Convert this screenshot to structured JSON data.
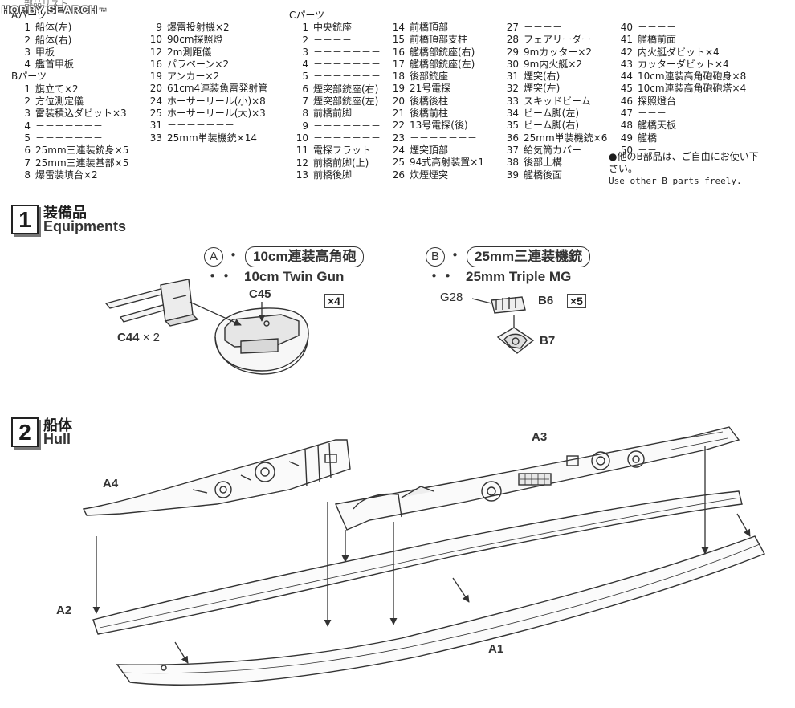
{
  "watermark": {
    "text": "HOBBY SEARCH",
    "mark": "™"
  },
  "parts_list": {
    "title": "部品リスト",
    "columns": [
      [
        {
          "type": "head",
          "text": "Aパーツ"
        },
        {
          "n": "1",
          "text": "船体(左)"
        },
        {
          "n": "2",
          "text": "船体(右)"
        },
        {
          "n": "3",
          "text": "甲板"
        },
        {
          "n": "4",
          "text": "艦首甲板"
        },
        {
          "type": "head",
          "text": "Bパーツ"
        },
        {
          "n": "1",
          "text": "旗立て×2"
        },
        {
          "n": "2",
          "text": "方位測定儀"
        },
        {
          "n": "3",
          "text": "雷装積込ダビット×3"
        },
        {
          "n": "4",
          "text": "－－－－－－－"
        },
        {
          "n": "5",
          "text": "－－－－－－－"
        },
        {
          "n": "6",
          "text": "25mm三連装銃身×5"
        },
        {
          "n": "7",
          "text": "25mm三連装基部×5"
        },
        {
          "n": "8",
          "text": "爆雷装填台×2"
        }
      ],
      [
        {
          "n": "9",
          "text": "爆雷投射機×2"
        },
        {
          "n": "10",
          "text": "90cm探照燈"
        },
        {
          "n": "12",
          "text": "2m測距儀"
        },
        {
          "n": "16",
          "text": "パラベーン×2"
        },
        {
          "n": "19",
          "text": "アンカー×2"
        },
        {
          "n": "20",
          "text": "61cm4連装魚雷発射管"
        },
        {
          "n": "24",
          "text": "ホーサーリール(小)×8"
        },
        {
          "n": "25",
          "text": "ホーサーリール(大)×3"
        },
        {
          "n": "31",
          "text": "－－－－－－－"
        },
        {
          "n": "33",
          "text": "25mm単装機銃×14"
        }
      ],
      [
        {
          "type": "head",
          "text": "Cパーツ"
        },
        {
          "n": "1",
          "text": "中央銃座"
        },
        {
          "n": "2",
          "text": "－－－－"
        },
        {
          "n": "3",
          "text": "－－－－－－－"
        },
        {
          "n": "4",
          "text": "－－－－－－－"
        },
        {
          "n": "5",
          "text": "－－－－－－－"
        },
        {
          "n": "6",
          "text": "煙突部銃座(右)"
        },
        {
          "n": "7",
          "text": "煙突部銃座(左)"
        },
        {
          "n": "8",
          "text": "前橋前脚"
        },
        {
          "n": "9",
          "text": "－－－－－－－"
        },
        {
          "n": "10",
          "text": "－－－－－－－"
        },
        {
          "n": "11",
          "text": "電探フラット"
        },
        {
          "n": "12",
          "text": "前橋前脚(上)"
        },
        {
          "n": "13",
          "text": "前橋後脚"
        }
      ],
      [
        {
          "n": "14",
          "text": "前橋頂部"
        },
        {
          "n": "15",
          "text": "前橋頂部支柱"
        },
        {
          "n": "16",
          "text": "艦橋部銃座(右)"
        },
        {
          "n": "17",
          "text": "艦橋部銃座(左)"
        },
        {
          "n": "18",
          "text": "後部銃座"
        },
        {
          "n": "19",
          "text": "21号電探"
        },
        {
          "n": "20",
          "text": "後橋後柱"
        },
        {
          "n": "21",
          "text": "後橋前柱"
        },
        {
          "n": "22",
          "text": "13号電探(後)"
        },
        {
          "n": "23",
          "text": "－－－－－－－"
        },
        {
          "n": "24",
          "text": "煙突頂部"
        },
        {
          "n": "25",
          "text": "94式高射装置×1"
        },
        {
          "n": "26",
          "text": "炊煙煙突"
        }
      ],
      [
        {
          "n": "27",
          "text": "－－－－"
        },
        {
          "n": "28",
          "text": "フェアリーダー"
        },
        {
          "n": "29",
          "text": "9mカッター×2"
        },
        {
          "n": "30",
          "text": "9m内火艇×2"
        },
        {
          "n": "31",
          "text": "煙突(右)"
        },
        {
          "n": "32",
          "text": "煙突(左)"
        },
        {
          "n": "33",
          "text": "スキッドビーム"
        },
        {
          "n": "34",
          "text": "ビーム脚(左)"
        },
        {
          "n": "35",
          "text": "ビーム脚(右)"
        },
        {
          "n": "36",
          "text": "25mm単装機銃×6"
        },
        {
          "n": "37",
          "text": "給気筒カバー"
        },
        {
          "n": "38",
          "text": "後部上構"
        },
        {
          "n": "39",
          "text": "艦橋後面"
        }
      ],
      [
        {
          "n": "40",
          "text": "－－－－"
        },
        {
          "n": "41",
          "text": "艦橋前面"
        },
        {
          "n": "42",
          "text": "内火艇ダビット×4"
        },
        {
          "n": "43",
          "text": "カッターダビット×4"
        },
        {
          "n": "44",
          "text": "10cm連装高角砲砲身×8"
        },
        {
          "n": "45",
          "text": "10cm連装高角砲砲塔×4"
        },
        {
          "n": "46",
          "text": "探照燈台"
        },
        {
          "n": "47",
          "text": "－－－"
        },
        {
          "n": "48",
          "text": "艦橋天板"
        },
        {
          "n": "49",
          "text": "艦橋"
        },
        {
          "n": "50",
          "text": "－－"
        }
      ]
    ],
    "note_jp": "●他のB部品は、ご自由にお使い下さい。",
    "note_en": "Use other B parts freely."
  },
  "step1": {
    "number": "1",
    "title_jp": "装備品",
    "title_en": "Equipments",
    "a_circle": "A",
    "a_title_jp": "10cm連装高角砲",
    "a_title_en": "10cm Twin Gun",
    "b_circle": "B",
    "b_title_jp": "25mm三連装機銃",
    "b_title_en": "25mm Triple MG",
    "dots": "・・",
    "label_c45": "C45",
    "label_c44": "C44",
    "label_c44_qty": "× 2",
    "qty_a": "×4",
    "label_g28": "G28",
    "label_b6": "B6",
    "qty_b": "×5",
    "label_b7": "B7"
  },
  "step2": {
    "number": "2",
    "title_jp": "船体",
    "title_en": "Hull",
    "label_a1": "A1",
    "label_a2": "A2",
    "label_a3": "A3",
    "label_a4": "A4"
  }
}
